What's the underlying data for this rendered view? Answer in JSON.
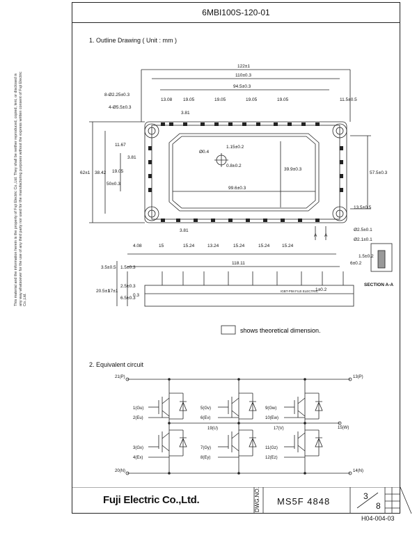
{
  "header": {
    "part_number": "6MBI100S-120-01"
  },
  "section1": {
    "title": "1. Outline Drawing ( Unit : mm )",
    "dims_top": [
      "122±1",
      "110±0.3",
      "94.5±0.3",
      "13.08",
      "19.05",
      "19.05",
      "19.05",
      "19.05",
      "11.5±0.5",
      "3.81"
    ],
    "dims_holes": [
      "8-Ø2.25±0.3",
      "4-Ø5.5±0.3"
    ],
    "dims_left": [
      "11.67",
      "3.81",
      "19.05",
      "38.42",
      "50±0.3",
      "62±1"
    ],
    "dims_inner": [
      "Ø0.4",
      "1.15±0.2",
      "0.8±0.2",
      "39.9±0.3",
      "99.6±0.3",
      "57.5±0.3",
      "13.5±0.5"
    ],
    "dims_bottom": [
      "3.81",
      "4.08",
      "15",
      "15.24",
      "13.24",
      "15.24",
      "15.24",
      "15.24",
      "118.11",
      "A",
      "A"
    ],
    "dims_section": [
      "Ø2.5±0.1",
      "Ø2.1±0.1",
      "6±0.2",
      "1.5±0.2",
      "SECTION A-A"
    ],
    "dims_side": [
      "3.5±0.5",
      "1.5±0.3",
      "20.5±1",
      "17±1",
      "2.5±0.3",
      "6.5±0.3",
      "0.3",
      "1±0.2"
    ],
    "side_label": "IGBT-PIM FUJI ELECTRIC",
    "legend_text": "shows theoretical dimension."
  },
  "section2": {
    "title": "2. Equivalent circuit",
    "nodes": {
      "p_left": "21(P)",
      "p_right": "13(P)",
      "n_left": "20(N)",
      "n_right": "14(N)",
      "gu": "1(Gu)",
      "eu": "2(Eu)",
      "gv": "5(Gv)",
      "ev": "6(Ev)",
      "gw": "9(Gw)",
      "ew": "10(Ew)",
      "u": "19(U)",
      "v": "17(V)",
      "w": "15(W)",
      "gx": "3(Gx)",
      "ex": "4(Ex)",
      "gy": "7(Gy)",
      "ey": "8(Ey)",
      "gz": "11(Gz)",
      "ez": "12(Ez)"
    }
  },
  "side_note": "This material and the information herein is the property of Fuji Electric Co.,Ltd. They shall be neither reproduced, copied, lent, or disclosed in any way whatsoever for the use of any third party nor used for the manufacturing purposes without the express written consent of Fuji Electric Co.,Ltd.",
  "footer": {
    "company": "Fuji Electric Co.,Ltd.",
    "dwg_label": "DWG.NO.",
    "dwg_no": "MS5F 4848",
    "page": "3",
    "page_total": "8",
    "ref": "H04-004-03"
  }
}
